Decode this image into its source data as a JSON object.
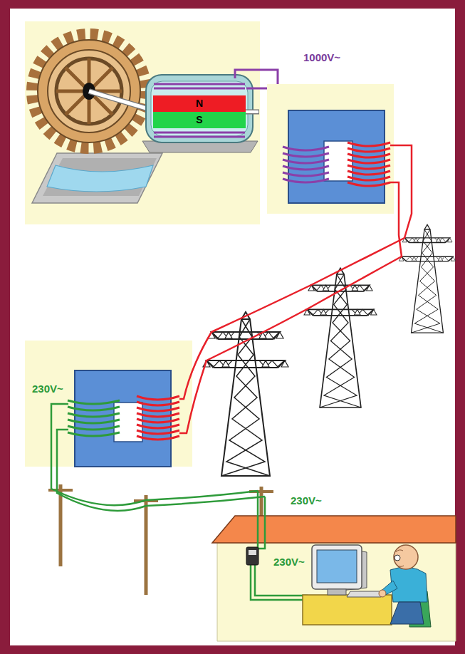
{
  "diagram": {
    "nodes": [
      {
        "text": [
          "N"
        ]
      },
      {
        "text": [
          "S"
        ]
      }
    ],
    "labels": [
      "1000V~",
      "230V~",
      "230V~",
      "230V~"
    ]
  }
}
